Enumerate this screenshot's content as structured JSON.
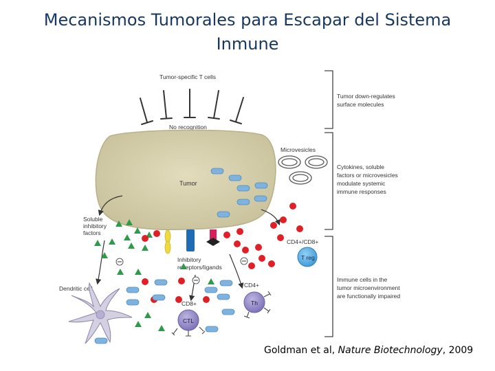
{
  "slide": {
    "title_line1": "Mecanismos Tumorales para Escapar del Sistema",
    "title_line2": "Inmune"
  },
  "citation": {
    "authors": "Goldman et al, ",
    "journal": "Nature Biotechnology",
    "year": ", 2009"
  },
  "figure": {
    "label_tcells": "Tumor-specific T cells",
    "label_no_recognition": "No recognition",
    "label_tumor": "Tumor",
    "label_microvesicles": "Microvesicles",
    "label_soluble_1": "Soluble",
    "label_soluble_2": "inhibitory",
    "label_soluble_3": "factors",
    "label_inhibitory_1": "Inhibitory",
    "label_inhibitory_2": "receptors/ligands",
    "label_cd4cd8": "CD4+/CD8+",
    "label_treg": "T reg",
    "label_dendritic": "Dendritic cell",
    "label_cd8": "CD8+",
    "label_cd4": "CD4+",
    "label_ctl": "CTL",
    "label_th": "Th",
    "bracket1_line1": "Tumor down-regulates",
    "bracket1_line2": "surface molecules",
    "bracket2_line1": "Cytokines, soluble",
    "bracket2_line2": "factors or microvesicles",
    "bracket2_line3": "modulate systemic",
    "bracket2_line4": "immune responses",
    "bracket3_line1": "Immune cells in the",
    "bracket3_line2": "tumor microenvironment",
    "bracket3_line3": "are functionally impaired",
    "colors": {
      "tumor_fill": "#d9d3b0",
      "vesicle_blue": "#7fb2dc",
      "red_dot": "#e01f26",
      "green_triangle": "#2e9a4a",
      "receptor_blue": "#1f6cb5",
      "receptor_yellow": "#f0d940",
      "receptor_red": "#d81f5b",
      "treg_blue": "#4aa4e0",
      "lymphocyte_purple": "#8a7fc1",
      "dendritic_grey": "#d4d0e2"
    }
  }
}
